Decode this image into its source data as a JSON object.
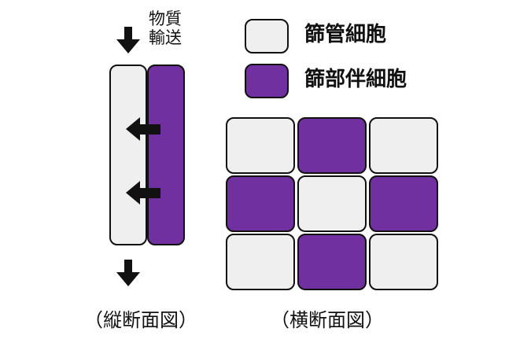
{
  "legend": {
    "sieve_tube": {
      "label": "篩管細胞",
      "color": "#efefef"
    },
    "companion_cell": {
      "label": "篩部伴細胞",
      "color": "#7030a0"
    }
  },
  "longitudinal": {
    "transport_label_line1": "物質",
    "transport_label_line2": "輸送",
    "caption": "（縦断面図）",
    "cells": [
      "sieve_tube",
      "companion_cell"
    ],
    "lateral_arrows": 2,
    "flow_arrows": 2
  },
  "cross_section": {
    "caption": "（横断面図）",
    "grid": [
      [
        "sieve_tube",
        "companion_cell",
        "sieve_tube"
      ],
      [
        "companion_cell",
        "sieve_tube",
        "companion_cell"
      ],
      [
        "sieve_tube",
        "companion_cell",
        "sieve_tube"
      ]
    ]
  },
  "colors": {
    "outline": "#111111",
    "sieve_tube_fill": "#efefef",
    "companion_fill": "#7030a0"
  }
}
